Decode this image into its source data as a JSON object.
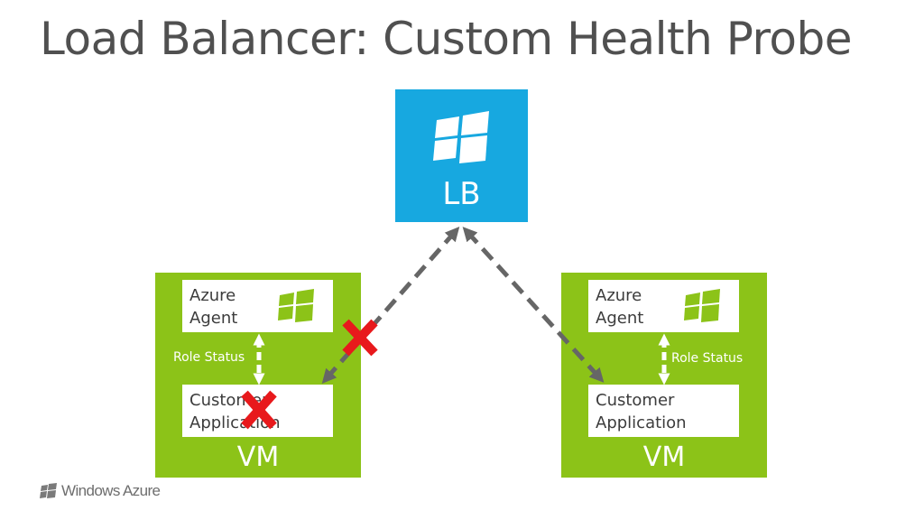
{
  "title": "Load Balancer: Custom Health Probe",
  "load_balancer": {
    "label": "LB",
    "icon": "windows-logo-icon",
    "color": "#17a8e0"
  },
  "vms": [
    {
      "label": "VM",
      "agent_label": "Azure Agent",
      "agent_icon": "windows-logo-icon",
      "status_label": "Role Status",
      "app_label": "Customer Application",
      "probe_failed": true
    },
    {
      "label": "VM",
      "agent_label": "Azure Agent",
      "agent_icon": "windows-logo-icon",
      "status_label": "Role Status",
      "app_label": "Customer Application",
      "probe_failed": false
    }
  ],
  "colors": {
    "vm": "#8cc318",
    "arrow": "#666666",
    "failure": "#e8191c"
  },
  "footer": {
    "brand": "Windows Azure",
    "icon": "windows-flag-icon"
  }
}
